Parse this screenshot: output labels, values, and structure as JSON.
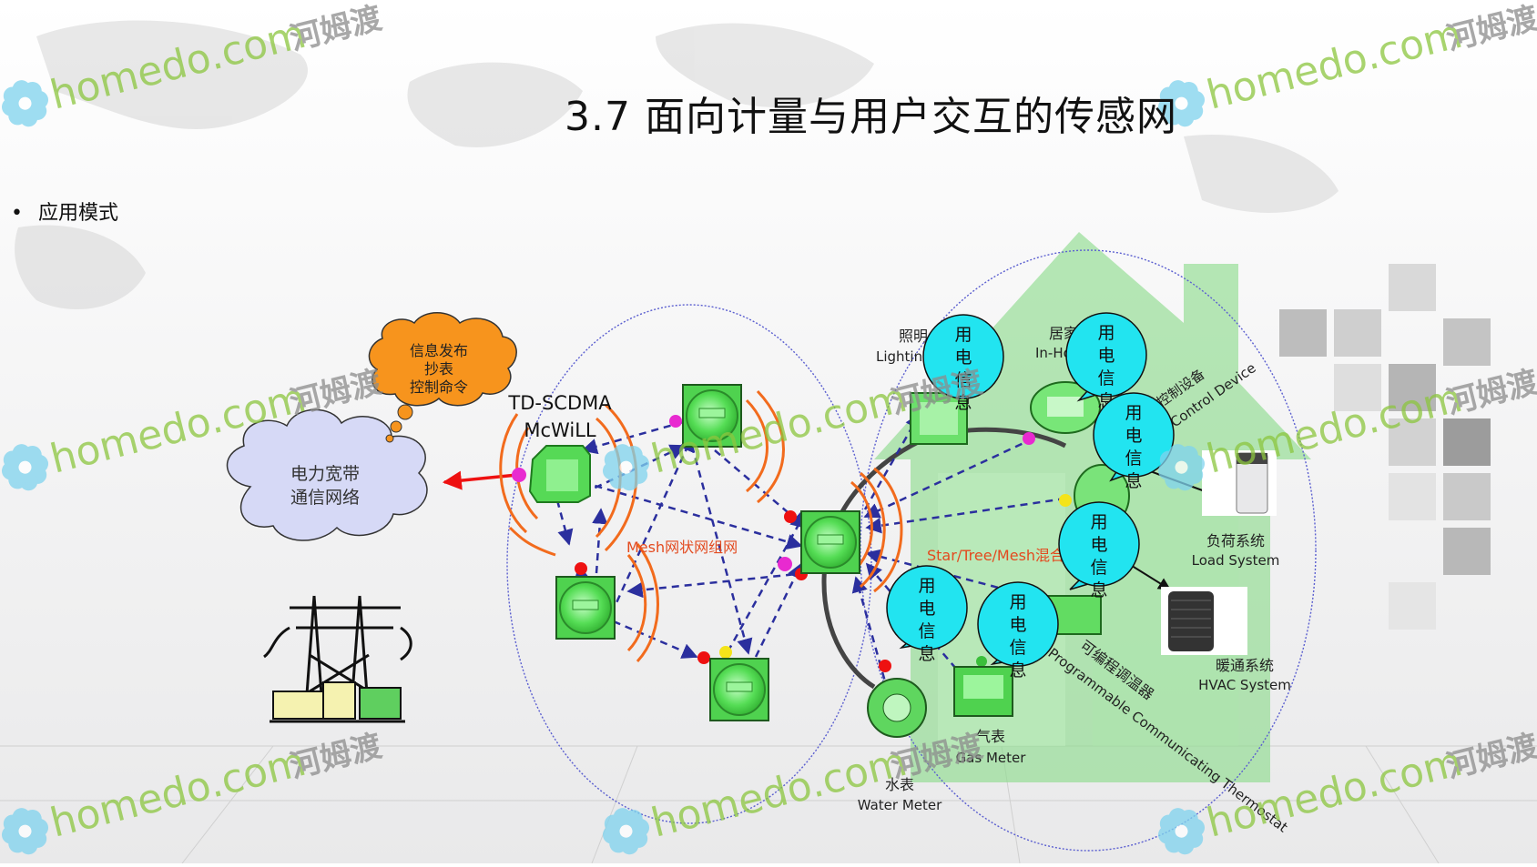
{
  "slide": {
    "title": "3.7 面向计量与用户交互的传感网",
    "bullet": "应用模式"
  },
  "diagram": {
    "cloud_network": [
      "电力宽带",
      "通信网络"
    ],
    "thought_bubble": [
      "信息发布",
      "抄表",
      "控制命令"
    ],
    "access_tech": [
      "TD-SCDMA",
      "McWiLL"
    ],
    "mesh_label": "Mesh网状网组网",
    "star_label": "Star/Tree/Mesh混合",
    "callout_chars": [
      "用",
      "电",
      "信",
      "息"
    ],
    "devices": {
      "lighting": [
        "照明",
        "Lighting"
      ],
      "inhome": [
        "居家",
        "In-Home"
      ],
      "control": [
        "控制设备",
        "Control Device"
      ],
      "load": [
        "负荷系统",
        "Load System"
      ],
      "hvac": [
        "暖通系统",
        "HVAC System"
      ],
      "thermostat": [
        "可编程调温器",
        "Programmable Communicating Thermostat"
      ],
      "gas": [
        "气表",
        "Gas Meter"
      ],
      "water": [
        "水表",
        "Water Meter"
      ]
    },
    "watermark": [
      "homedo.com",
      "河姆渡"
    ]
  },
  "colors": {
    "cloud_fill": "#d6d9f6",
    "bubble_fill": "#f7941d",
    "meter_green": "#5fe35f",
    "signal_orange": "#f26b1d",
    "arrow_blue": "#2b2f9e",
    "house_green": "#7fd77f",
    "callout_cyan": "#22e4f0",
    "watermark_green": "#8cc63f"
  }
}
